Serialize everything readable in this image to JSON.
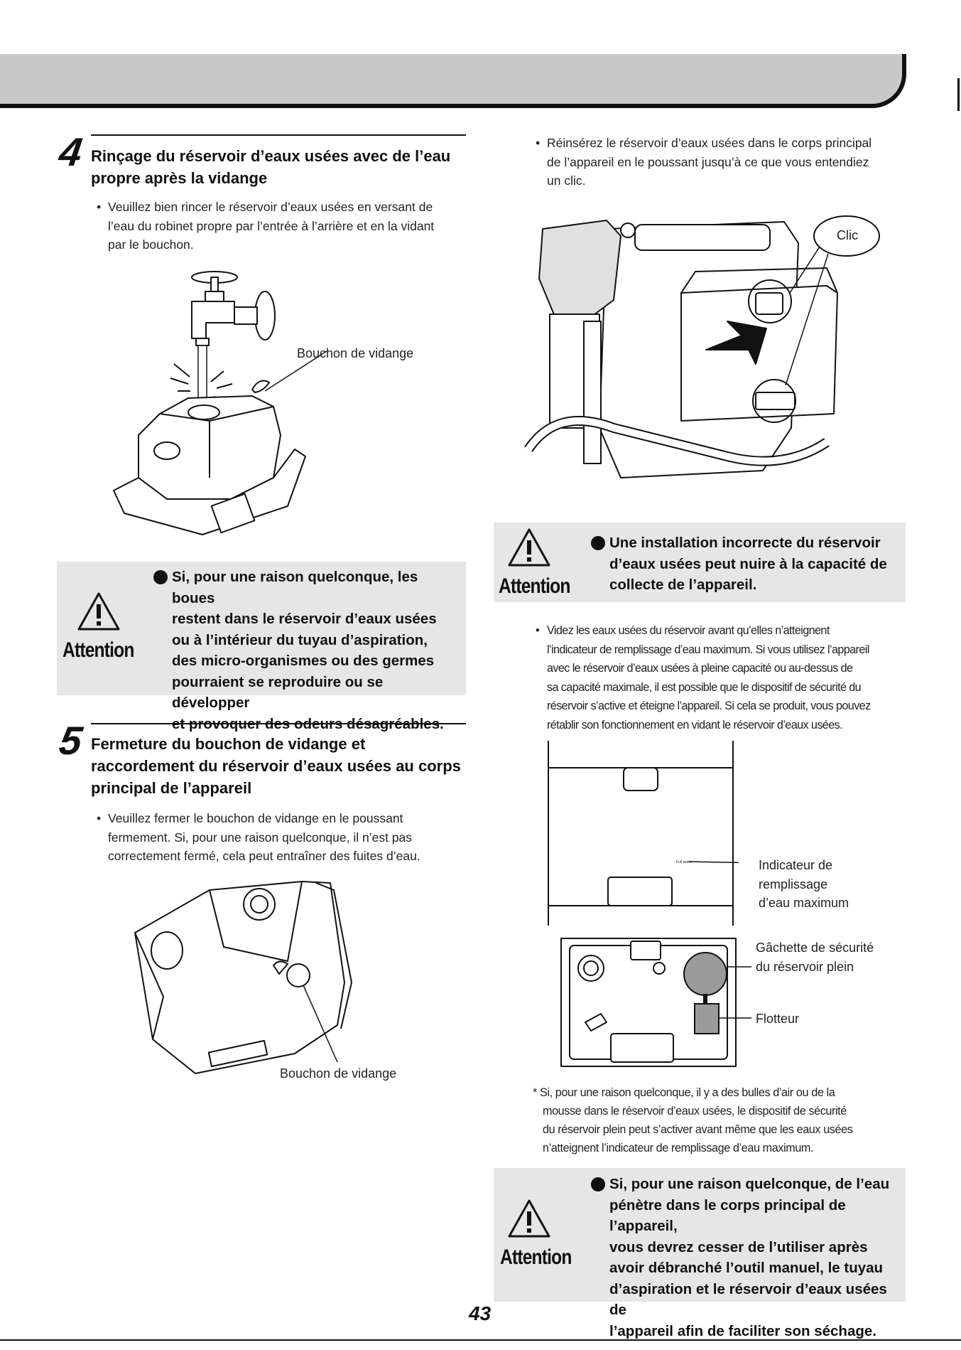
{
  "page_number": "43",
  "step4": {
    "number": "4",
    "title_line1": "Rinçage du réservoir d’eaux usées avec de l’eau",
    "title_line2": "propre après la vidange",
    "bullet_line1": "Veuillez bien rincer le réservoir d’eaux usées en versant de",
    "bullet_line2": "l’eau du robinet propre par l’entrée à l’arrière et en la vidant",
    "bullet_line3": "par le bouchon.",
    "fig_label": "Bouchon de vidange"
  },
  "attention1": {
    "word": "Attention",
    "lines": [
      "Si, pour une raison quelconque, les boues",
      "restent dans le réservoir d’eaux usées",
      "ou à l’intérieur du tuyau d’aspiration,",
      "des micro-organismes ou des germes",
      "pourraient se reproduire ou se développer",
      "et provoquer des odeurs désagréables."
    ]
  },
  "step5": {
    "number": "5",
    "title_line1": "Fermeture du bouchon de vidange et",
    "title_line2": "raccordement du réservoir d’eaux usées au corps",
    "title_line3": "principal de l’appareil",
    "bullet_line1": "Veuillez fermer le bouchon de vidange en le poussant",
    "bullet_line2": "fermement. Si, pour une raison quelconque, il n’est pas",
    "bullet_line3": "correctement fermé, cela peut entraîner des fuites d’eau.",
    "fig_label": "Bouchon de vidange"
  },
  "right": {
    "bullet1_line1": "Réinsérez le réservoir d’eaux usées dans le corps principal",
    "bullet1_line2": "de l’appareil en le poussant jusqu’à ce que vous entendiez",
    "bullet1_line3": "un clic.",
    "clic_label": "Clic",
    "bullet2_lines": [
      "Videz les eaux usées du réservoir avant qu’elles n’atteignent",
      "l’indicateur de remplissage d’eau maximum. Si vous utilisez l’appareil",
      "avec le réservoir d’eaux usées à pleine capacité ou au-dessus de",
      "sa capacité maximale, il est possible que le dispositif de sécurité du",
      "réservoir s’active et éteigne l’appareil. Si cela se produit, vous pouvez",
      "rétablir son fonctionnement en vidant le réservoir d’eaux usées."
    ],
    "indicator_label": [
      "Indicateur de",
      "remplissage",
      "d’eau maximum"
    ],
    "tank_mark": "Full water",
    "trigger_label": [
      "Gâchette de sécurité",
      "du réservoir plein"
    ],
    "float_label": "Flotteur",
    "footnote_lines": [
      "* Si, pour une raison quelconque, il y a des bulles d’air ou de la",
      "mousse dans le réservoir d’eaux usées, le dispositif de sécurité",
      "du réservoir plein peut s’activer avant même que les eaux usées",
      "n’atteignent l’indicateur de remplissage d’eau maximum."
    ]
  },
  "attention2": {
    "word": "Attention",
    "lines": [
      "Une installation incorrecte du réservoir",
      "d’eaux usées peut nuire à la capacité de",
      "collecte de l’appareil."
    ]
  },
  "attention3": {
    "word": "Attention",
    "lines": [
      "Si, pour une raison quelconque, de l’eau",
      "pénètre dans le corps principal de l’appareil,",
      "vous devrez cesser de l’utiliser après",
      "avoir débranché l’outil manuel, le tuyau",
      "d’aspiration et le réservoir d’eaux usées de",
      "l’appareil afin de faciliter son séchage."
    ]
  }
}
